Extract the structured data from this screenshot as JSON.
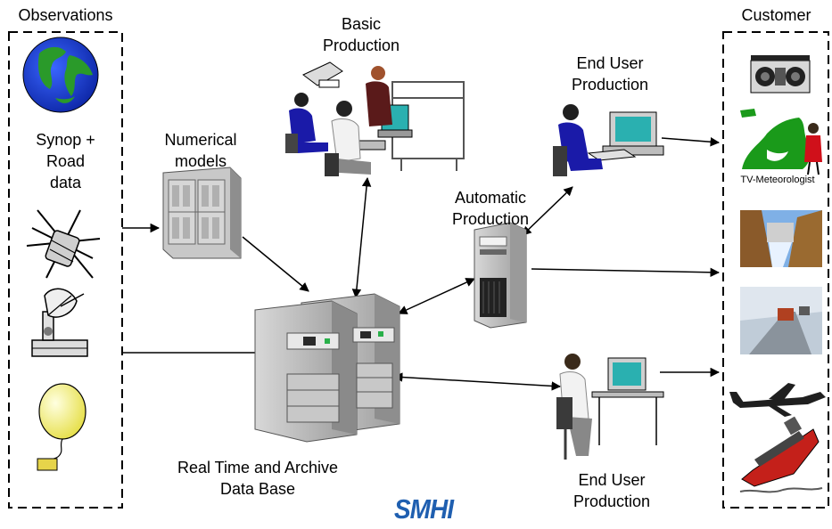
{
  "labels": {
    "observations": "Observations",
    "customer": "Customer",
    "synop_line1": "Synop +",
    "synop_line2": "Road",
    "synop_line3": "data",
    "numerical_line1": "Numerical",
    "numerical_line2": "models",
    "basic_line1": "Basic",
    "basic_line2": "Production",
    "end_user_top_line1": "End User",
    "end_user_top_line2": "Production",
    "automatic_line1": "Automatic",
    "automatic_line2": "Production",
    "database_line1": "Real Time and Archive",
    "database_line2": "Data Base",
    "end_user_bottom_line1": "End User",
    "end_user_bottom_line2": "Production",
    "tv_meteorologist": "TV-Meteorologist",
    "logo": "SMHI"
  },
  "colors": {
    "brand_blue": "#1f5fb0",
    "operator_blue": "#1a1aa8",
    "computer_grey": "#b8b8b8",
    "globe_blue": "#1a3fd0",
    "land_green": "#1a9a1a",
    "balloon_yellow": "#f4f07a"
  },
  "icons": [
    "globe-icon",
    "satellite-icon",
    "radar-icon",
    "weather-balloon-icon",
    "numerical-models-server-icon",
    "basic-production-workstation-icon",
    "end-user-workstation-icon",
    "automatic-production-server-icon",
    "database-server-icon",
    "radio-icon",
    "tv-meteorologist-map-icon",
    "hydropower-photo-icon",
    "snow-road-photo-icon",
    "aircraft-icon",
    "ship-icon"
  ]
}
